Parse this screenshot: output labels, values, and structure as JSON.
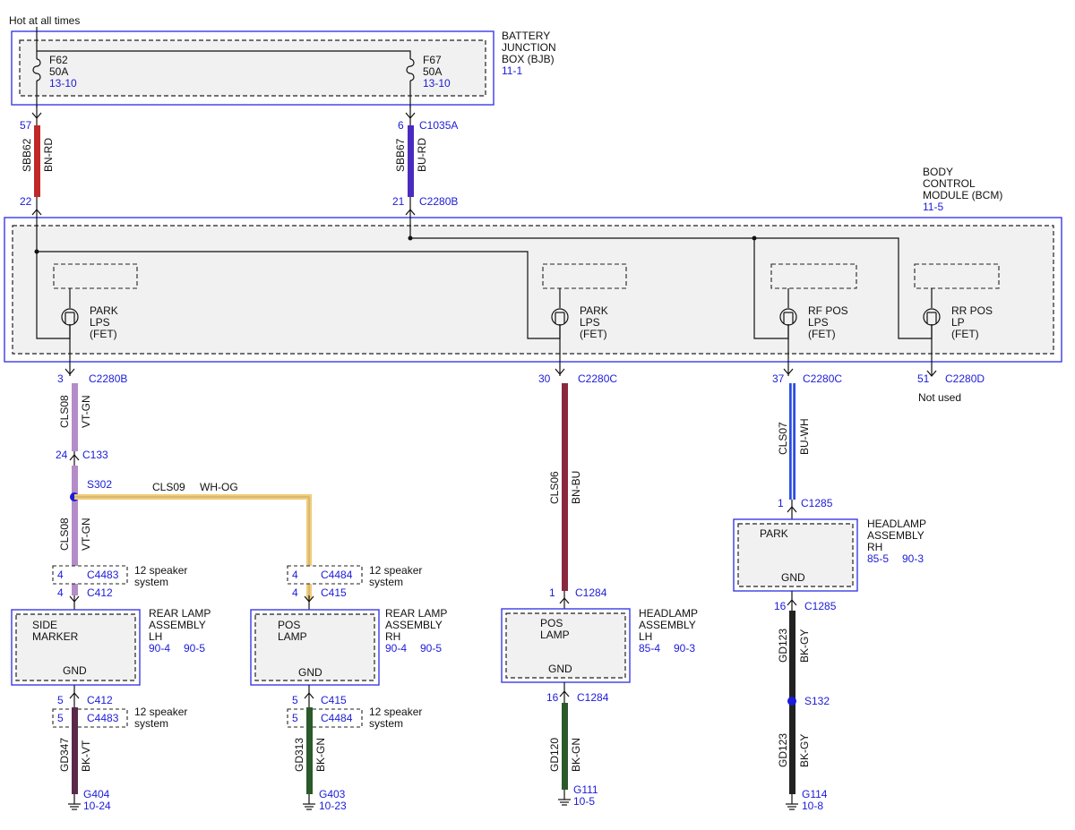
{
  "colors": {
    "BN-RD": "#c0282a",
    "BU-RD": "#4a2bbf",
    "VT-GN": "#b48cc8",
    "WH-OG": "#f0cc7a",
    "BN-BU": "#8a2840",
    "BU-WH": "#2a4de0",
    "BK-VT": "#5a2a4a",
    "BK-GN": "#2a5a2a",
    "BK-GY": "#222222",
    "box_border": "#3a3ae8",
    "ref_text": "#1b1bd9"
  },
  "hot_label": "Hot at all times",
  "bjb": {
    "title": [
      "BATTERY",
      "JUNCTION",
      "BOX (BJB)"
    ],
    "ref": "11-1",
    "fuses": [
      {
        "name": "F62",
        "rating": "50A",
        "ref": "13-10"
      },
      {
        "name": "F67",
        "rating": "50A",
        "ref": "13-10"
      }
    ]
  },
  "bcm": {
    "title": [
      "BODY",
      "CONTROL",
      "MODULE (BCM)"
    ],
    "ref": "11-5",
    "fets": [
      {
        "label": [
          "PARK",
          "LPS",
          "(FET)"
        ]
      },
      {
        "label": [
          "PARK",
          "LPS",
          "(FET)"
        ]
      },
      {
        "label": [
          "RF POS",
          "LPS",
          "(FET)"
        ]
      },
      {
        "label": [
          "RR POS",
          "LP",
          "(FET)"
        ]
      }
    ]
  },
  "feeds": [
    {
      "pin_top": "57",
      "pin_bottom": "22",
      "circuit": "SBB62",
      "color": "BN-RD",
      "conn_top": "",
      "conn_bottom": ""
    },
    {
      "pin_top": "6",
      "pin_bottom": "21",
      "circuit": "SBB67",
      "color": "BU-RD",
      "conn_top": "C1035A",
      "conn_bottom": "C2280B"
    }
  ],
  "outputs": [
    {
      "pin": "3",
      "conn": "C2280B",
      "circuit": "CLS08",
      "color": "VT-GN"
    },
    {
      "pin": "30",
      "conn": "C2280C",
      "circuit": "CLS06",
      "color": "BN-BU"
    },
    {
      "pin": "37",
      "conn": "C2280C",
      "circuit": "CLS07",
      "color": "BU-WH"
    },
    {
      "pin": "51",
      "conn": "C2280D",
      "note": "Not used"
    }
  ],
  "inline": {
    "pin": "24",
    "conn": "C133",
    "splice": "S302",
    "branch_circuit": "CLS09",
    "branch_color": "WH-OG",
    "lower_circuit": "CLS08",
    "lower_color": "VT-GN"
  },
  "speaker_note": [
    "12 speaker",
    "system"
  ],
  "lh_rear": {
    "spk_pin": "4",
    "spk_conn": "C4483",
    "pin": "4",
    "conn": "C412",
    "inner": [
      "SIDE",
      "MARKER"
    ],
    "gnd": "GND",
    "title": [
      "REAR LAMP",
      "ASSEMBLY",
      "LH"
    ],
    "refs": [
      "90-4",
      "90-5"
    ],
    "gpin": "5",
    "gconn": "C412",
    "gspk_pin": "5",
    "gspk_conn": "C4483",
    "gcircuit": "GD347",
    "gcolor": "BK-VT",
    "ground": "G404",
    "ground_ref": "10-24"
  },
  "rh_rear": {
    "spk_pin": "4",
    "spk_conn": "C4484",
    "pin": "4",
    "conn": "C415",
    "inner": [
      "POS",
      "LAMP"
    ],
    "gnd": "GND",
    "title": [
      "REAR LAMP",
      "ASSEMBLY",
      "RH"
    ],
    "refs": [
      "90-4",
      "90-5"
    ],
    "gpin": "5",
    "gconn": "C415",
    "gspk_pin": "5",
    "gspk_conn": "C4484",
    "gcircuit": "GD313",
    "gcolor": "BK-GN",
    "ground": "G403",
    "ground_ref": "10-23"
  },
  "hl_lh": {
    "pin": "1",
    "conn": "C1284",
    "inner": [
      "POS",
      "LAMP"
    ],
    "gnd": "GND",
    "title": [
      "HEADLAMP",
      "ASSEMBLY",
      "LH"
    ],
    "refs": [
      "85-4",
      "90-3"
    ],
    "gpin": "16",
    "gconn": "C1284",
    "gcircuit": "GD120",
    "gcolor": "BK-GN",
    "ground": "G111",
    "ground_ref": "10-5"
  },
  "hl_rh": {
    "pin": "1",
    "conn": "C1285",
    "inner": [
      "PARK"
    ],
    "gnd": "GND",
    "title": [
      "HEADLAMP",
      "ASSEMBLY",
      "RH"
    ],
    "refs": [
      "85-5",
      "90-3"
    ],
    "gpin": "16",
    "gconn": "C1285",
    "gcircuit": "GD123",
    "gcolor": "BK-GY",
    "splice": "S132",
    "gcircuit2": "GD123",
    "gcolor2": "BK-GY",
    "ground": "G114",
    "ground_ref": "10-8"
  }
}
